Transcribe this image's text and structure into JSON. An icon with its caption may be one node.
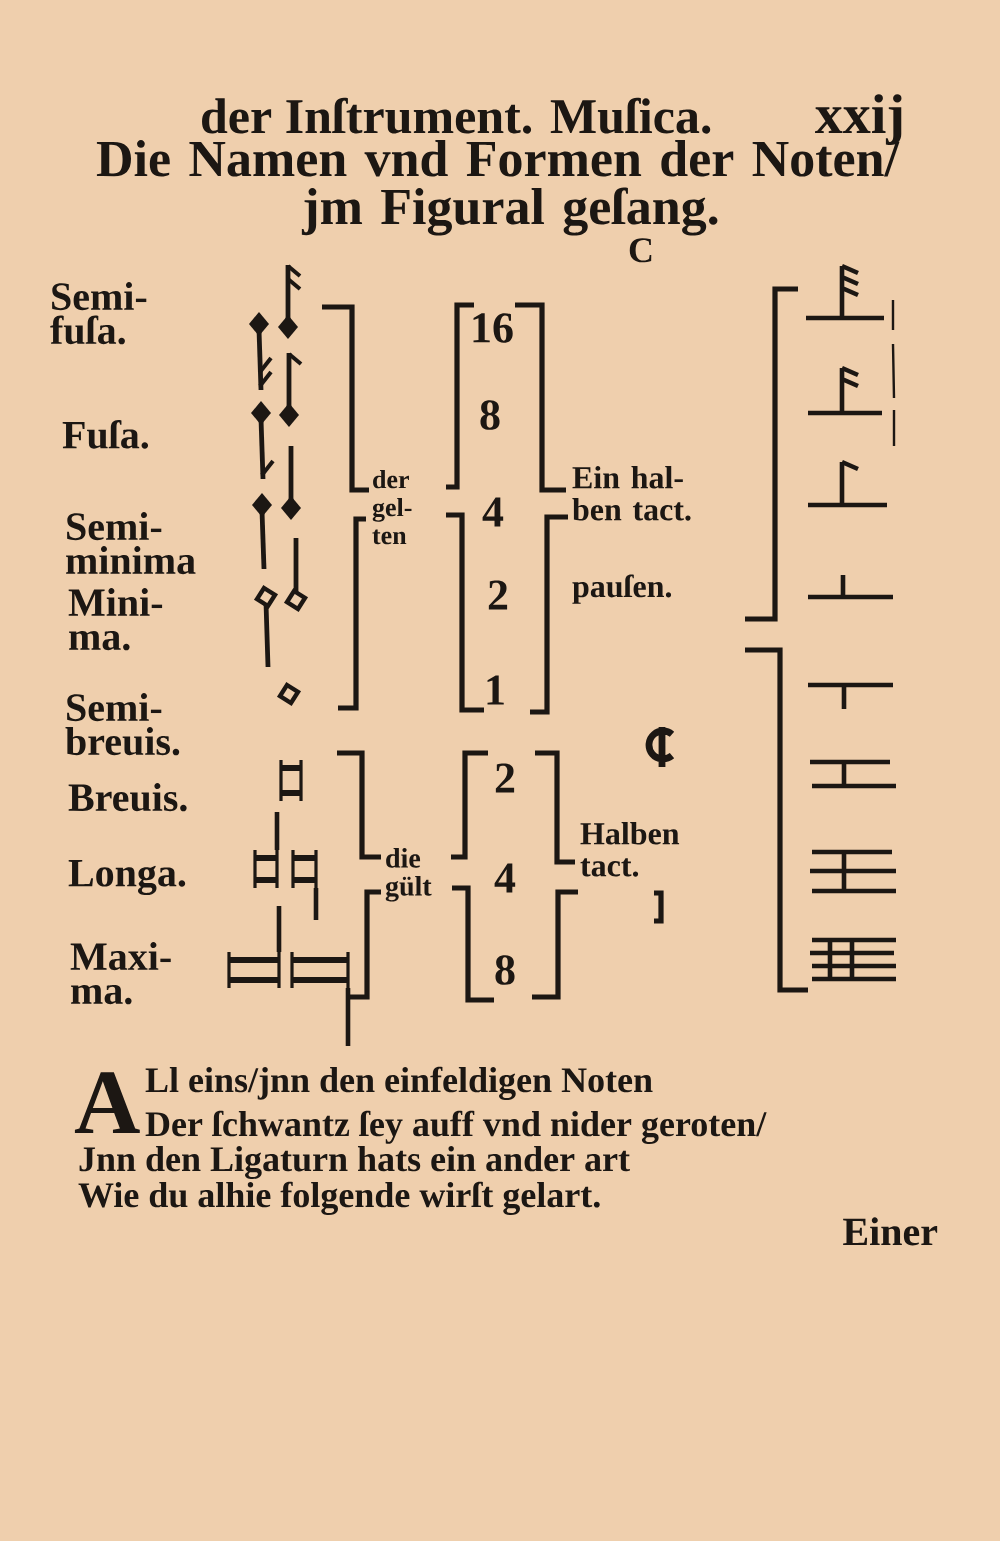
{
  "diagram": {
    "title": "Die Namen vnd Formen der Noten/ jm Figural geſang.",
    "labels": [
      "der Inſtrument. Muſica.",
      "xxij",
      "C",
      "Semi- fuſa.",
      "Fuſa.",
      "Semi- minima",
      "Mini- ma.",
      "Semi- breuis.",
      "Breuis.",
      "Longa.",
      "Maxi- ma.",
      "der gel- ten",
      "16",
      "8",
      "4",
      "2",
      "1",
      "Ein hal- ben tact.",
      "pauſen.",
      "die gült",
      "2",
      "4",
      "8",
      "Halben tact.",
      "A",
      "Ll eins/jnn den einfeldigen Noten",
      "Der ſchwantz ſey auff vnd nider geroten/",
      "Jnn den Ligaturn hats ein ander art",
      "Wie du alhie folgende wirſt gelart.",
      "Einer"
    ]
  }
}
